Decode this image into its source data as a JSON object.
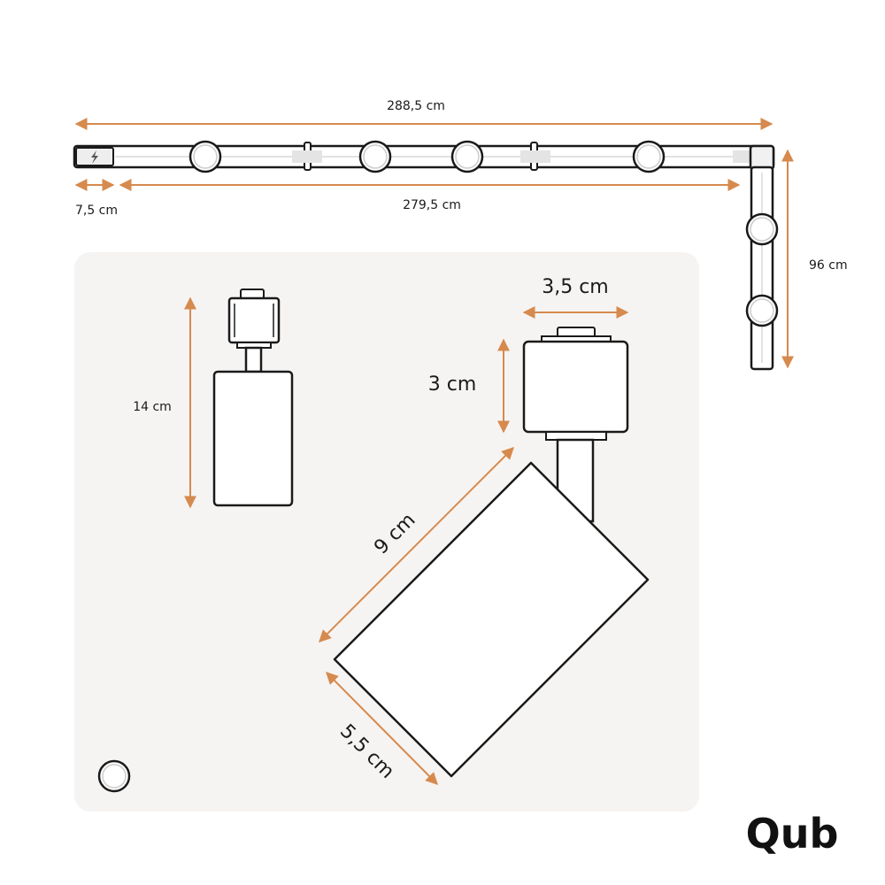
{
  "colors": {
    "background": "#ffffff",
    "panel": "#f6f4f2",
    "dimension_line": "#d68a4e",
    "outline": "#1a1a1a",
    "rail_fill": "#ffffff",
    "rail_inner": "#d9d9d9"
  },
  "track": {
    "total_length": "288,5 cm",
    "power_feed": "7,5 cm",
    "rail_length": "279,5 cm",
    "drop_length": "96 cm",
    "power_icon": "lightning-bolt-icon"
  },
  "spotlight_front": {
    "height": "14 cm"
  },
  "spotlight_detail": {
    "adapter_width": "3,5 cm",
    "adapter_height": "3 cm",
    "body_length": "9 cm",
    "body_diameter": "5,5 cm"
  },
  "logo": {
    "text": "Qub"
  }
}
